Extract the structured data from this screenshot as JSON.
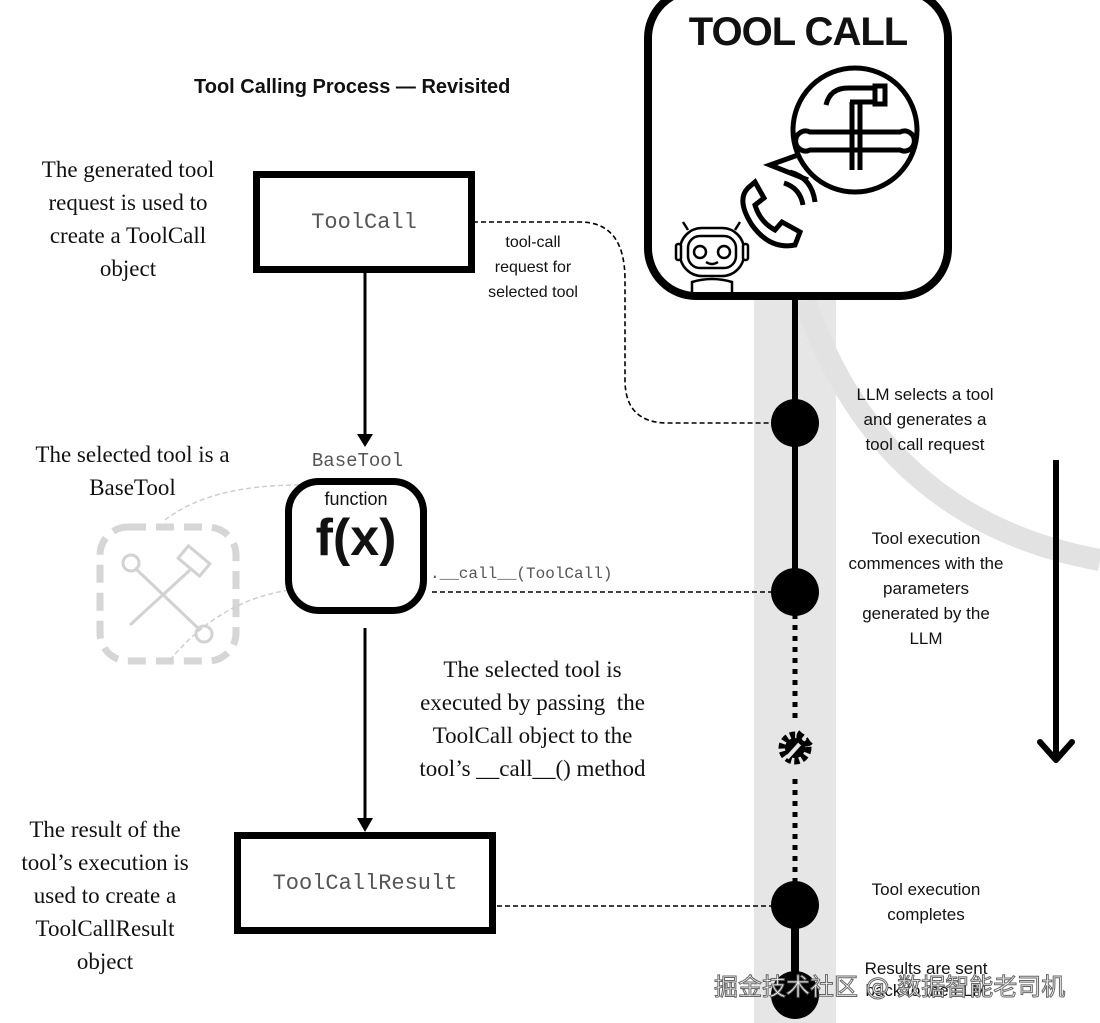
{
  "title": "Tool Calling Process — Revisited",
  "header_card": {
    "label": "TOOL CALL",
    "icons": [
      "robot-icon",
      "phone-icon",
      "speech-bubble-icon",
      "hammer-wrench-icon"
    ]
  },
  "left_annotations": {
    "toolcall_desc": [
      "The generated tool",
      "request is used to",
      "create a ToolCall",
      "object"
    ],
    "basetool_desc": [
      "The selected tool is a",
      "BaseTool"
    ],
    "execute_desc": [
      "The selected tool is",
      "executed by passing  the",
      "ToolCall object to the",
      "tool’s __call__() method"
    ],
    "result_desc": [
      "The result of the",
      "tool’s execution is",
      "used to create a",
      "ToolCallResult",
      "object"
    ]
  },
  "nodes": {
    "toolcall_box": "ToolCall",
    "basetool_label": "BaseTool",
    "function_label": "function",
    "function_glyph": "f(x)",
    "call_method": ".__call__(ToolCall)",
    "result_box": "ToolCallResult"
  },
  "connector_label": [
    "tool-call",
    "request for",
    "selected tool"
  ],
  "timeline_steps": [
    {
      "lines": [
        "LLM selects a tool",
        "and generates a",
        "tool call request"
      ]
    },
    {
      "lines": [
        "Tool execution",
        "commences with the",
        "parameters",
        "generated by the",
        "LLM"
      ]
    },
    {
      "lines": [
        "Tool execution",
        "completes"
      ]
    },
    {
      "lines": [
        "Results are sent",
        "back to the LLM"
      ]
    }
  ],
  "watermark": "掘金技术社区 @ 数据智能老司机"
}
